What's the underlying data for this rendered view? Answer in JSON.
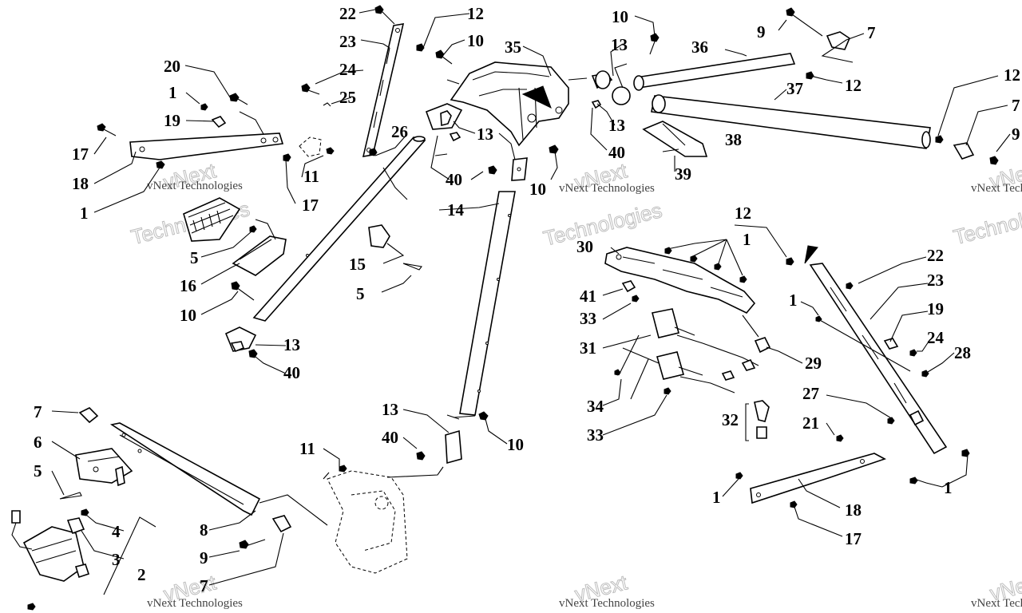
{
  "watermark": {
    "brand": "vNext",
    "line1": "vNext Technologies",
    "line2": "Technologies"
  },
  "callouts": [
    "1",
    "2",
    "3",
    "4",
    "5",
    "6",
    "7",
    "8",
    "9",
    "10",
    "11",
    "12",
    "13",
    "14",
    "15",
    "16",
    "17",
    "18",
    "19",
    "20",
    "21",
    "22",
    "23",
    "24",
    "25",
    "26",
    "27",
    "28",
    "29",
    "30",
    "31",
    "32",
    "33",
    "34",
    "35",
    "36",
    "37",
    "38",
    "39",
    "40",
    "41"
  ]
}
